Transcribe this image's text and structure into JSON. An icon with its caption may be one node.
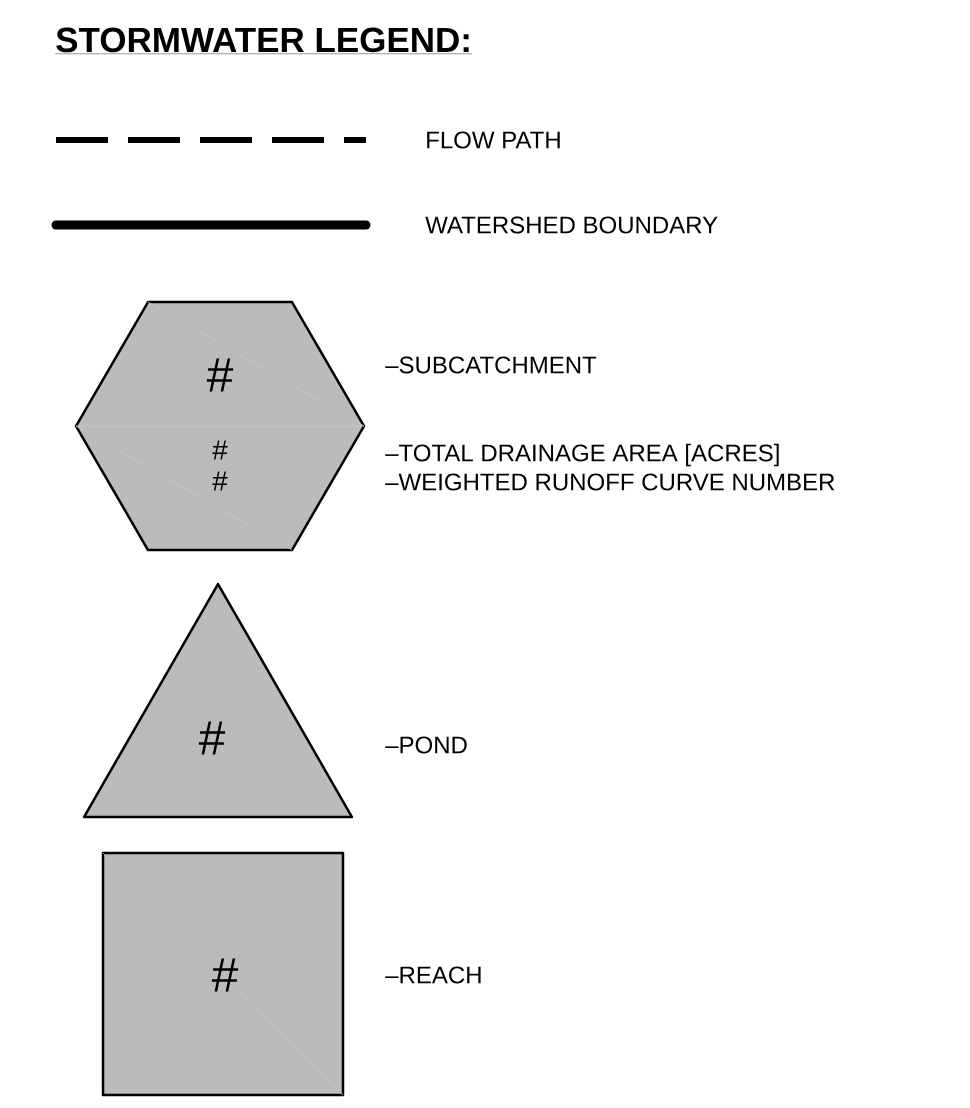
{
  "diagram": {
    "title": "STORMWATER LEGEND:",
    "nodes": [
      {
        "text": [
          "#",
          "#",
          "#"
        ],
        "beside": [
          "–SUBCATCHMENT",
          "–TOTAL DRAINAGE AREA [ACRES]",
          "–WEIGHTED RUNOFF CURVE NUMBER"
        ]
      },
      {
        "text": [
          "#"
        ],
        "beside": [
          "–POND"
        ]
      },
      {
        "text": [
          "#"
        ],
        "beside": [
          "–REACH"
        ]
      }
    ],
    "legend": [
      {
        "text": "FLOW PATH"
      },
      {
        "text": "WATERSHED BOUNDARY"
      }
    ]
  }
}
